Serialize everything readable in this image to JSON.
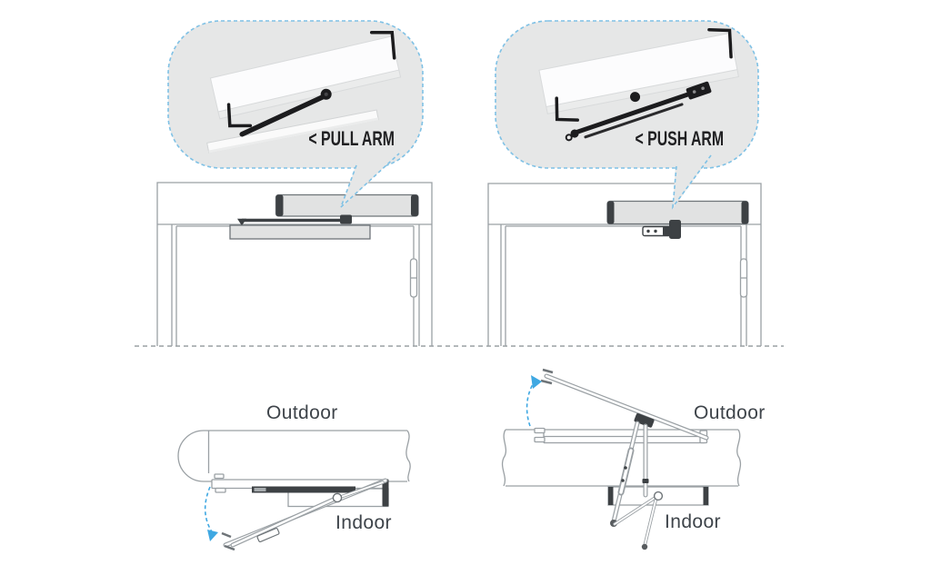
{
  "colors": {
    "background": "#ffffff",
    "bubble_fill": "#e6e7e7",
    "bubble_border": "#7fc1e5",
    "line": "#9aa0a4",
    "line_dark": "#6e7478",
    "dark": "#3d4144",
    "panel_fill": "#e1e2e2",
    "accent_blue": "#3fa8e2",
    "label_text": "#3e444a",
    "arm_label_text": "#202022"
  },
  "callouts": {
    "pull": {
      "label": "< PULL ARM"
    },
    "push": {
      "label": "< PUSH ARM"
    }
  },
  "views": {
    "pull": {
      "outdoor_label": "Outdoor",
      "indoor_label": "Indoor"
    },
    "push": {
      "outdoor_label": "Outdoor",
      "indoor_label": "Indoor"
    }
  }
}
